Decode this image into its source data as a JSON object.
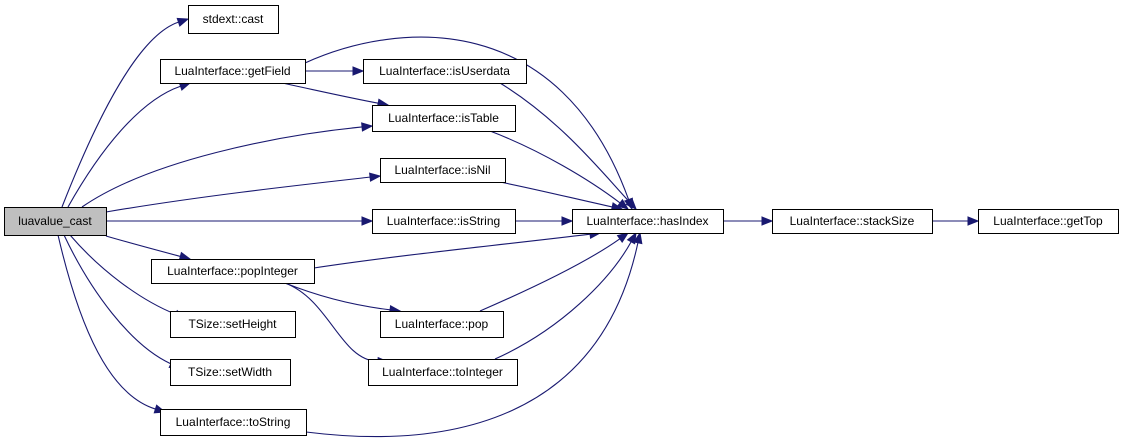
{
  "graph": {
    "nodes": [
      {
        "id": "luavalue_cast",
        "label": "luavalue_cast",
        "root": true
      },
      {
        "id": "stdext_cast",
        "label": "stdext::cast"
      },
      {
        "id": "getField",
        "label": "LuaInterface::getField"
      },
      {
        "id": "isUserdata",
        "label": "LuaInterface::isUserdata"
      },
      {
        "id": "isTable",
        "label": "LuaInterface::isTable"
      },
      {
        "id": "isNil",
        "label": "LuaInterface::isNil"
      },
      {
        "id": "isString",
        "label": "LuaInterface::isString"
      },
      {
        "id": "hasIndex",
        "label": "LuaInterface::hasIndex"
      },
      {
        "id": "stackSize",
        "label": "LuaInterface::stackSize"
      },
      {
        "id": "getTop",
        "label": "LuaInterface::getTop"
      },
      {
        "id": "popInteger",
        "label": "LuaInterface::popInteger"
      },
      {
        "id": "pop",
        "label": "LuaInterface::pop"
      },
      {
        "id": "toInteger",
        "label": "LuaInterface::toInteger"
      },
      {
        "id": "setHeight",
        "label": "TSize::setHeight"
      },
      {
        "id": "setWidth",
        "label": "TSize::setWidth"
      },
      {
        "id": "toString",
        "label": "LuaInterface::toString"
      }
    ],
    "edges": [
      {
        "from": "luavalue_cast",
        "to": "stdext_cast"
      },
      {
        "from": "luavalue_cast",
        "to": "getField"
      },
      {
        "from": "luavalue_cast",
        "to": "isTable"
      },
      {
        "from": "luavalue_cast",
        "to": "isNil"
      },
      {
        "from": "luavalue_cast",
        "to": "isString"
      },
      {
        "from": "luavalue_cast",
        "to": "popInteger"
      },
      {
        "from": "luavalue_cast",
        "to": "setHeight"
      },
      {
        "from": "luavalue_cast",
        "to": "setWidth"
      },
      {
        "from": "luavalue_cast",
        "to": "toString"
      },
      {
        "from": "getField",
        "to": "isUserdata"
      },
      {
        "from": "getField",
        "to": "isTable"
      },
      {
        "from": "getField",
        "to": "hasIndex"
      },
      {
        "from": "isUserdata",
        "to": "hasIndex"
      },
      {
        "from": "isTable",
        "to": "hasIndex"
      },
      {
        "from": "isNil",
        "to": "hasIndex"
      },
      {
        "from": "isString",
        "to": "hasIndex"
      },
      {
        "from": "popInteger",
        "to": "hasIndex"
      },
      {
        "from": "popInteger",
        "to": "pop"
      },
      {
        "from": "popInteger",
        "to": "toInteger"
      },
      {
        "from": "pop",
        "to": "hasIndex"
      },
      {
        "from": "toInteger",
        "to": "hasIndex"
      },
      {
        "from": "toString",
        "to": "hasIndex"
      },
      {
        "from": "hasIndex",
        "to": "stackSize"
      },
      {
        "from": "stackSize",
        "to": "getTop"
      }
    ]
  }
}
